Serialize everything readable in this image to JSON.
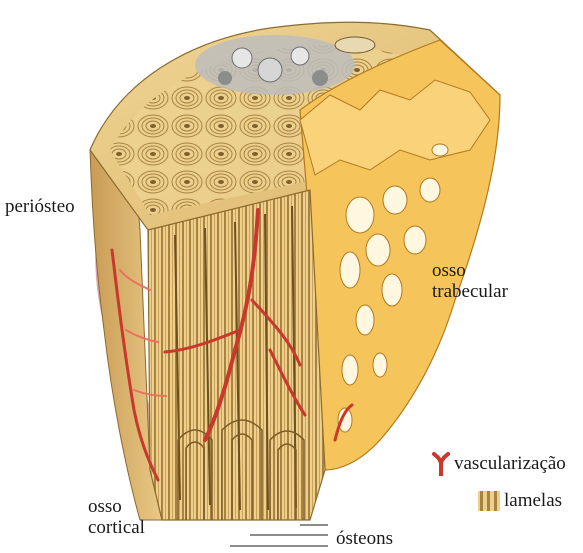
{
  "labels": {
    "periosteum": "periósteo",
    "trabecular_line1": "osso",
    "trabecular_line2": "trabecular",
    "cortical_line1": "osso",
    "cortical_line2": "cortical",
    "osteons": "ósteons"
  },
  "legend": {
    "vascularization": "vascularização",
    "lamellae": "lamelas"
  },
  "icons": {
    "vascularization": "red-vessel-icon",
    "lamellae": "striped-lamellae-icon"
  },
  "colors": {
    "bone_base": "#e9c77f",
    "bone_light": "#f6e1a6",
    "bone_dark": "#9a7a3a",
    "trabecular": "#f2b23a",
    "trabecular_light": "#f9d07a",
    "vessel": "#c9382c",
    "vessel_light": "#e97260",
    "periosteum_pink": "#d88ea5",
    "marrow_gray": "#9a9a9a"
  }
}
